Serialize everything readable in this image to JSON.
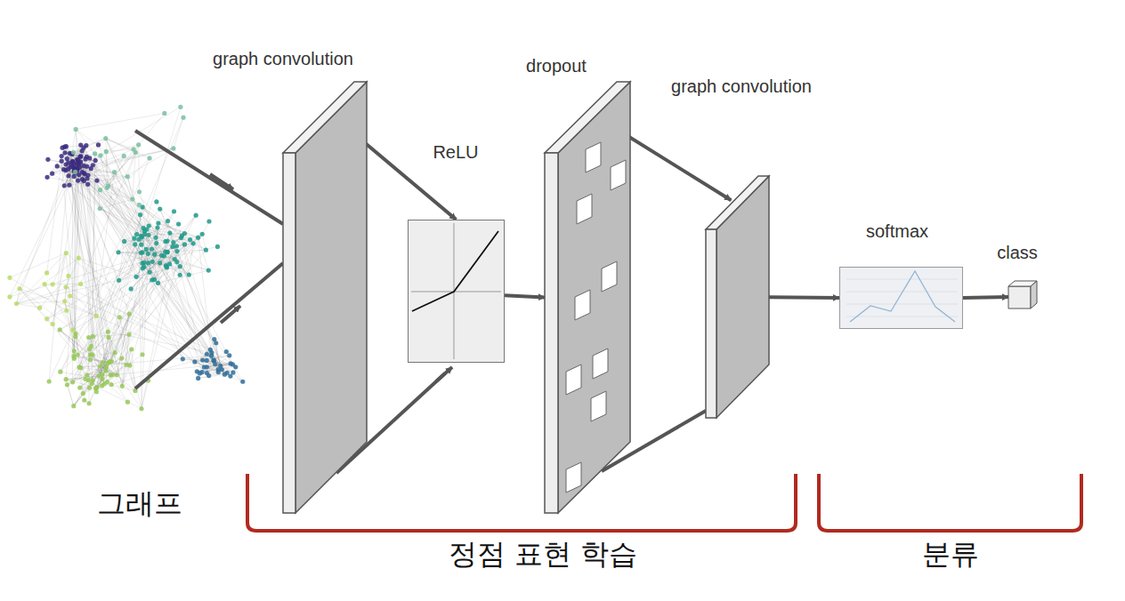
{
  "diagram": {
    "nodes": [
      {
        "text": [
          "graph convolution"
        ]
      },
      {
        "text": [
          "ReLU"
        ]
      },
      {
        "text": [
          "dropout"
        ]
      },
      {
        "text": [
          "graph convolution"
        ]
      },
      {
        "text": [
          "softmax"
        ]
      },
      {
        "text": [
          "class"
        ]
      }
    ],
    "edges": [
      {
        "from": 0,
        "to": 1,
        "arrow": "to"
      },
      {
        "from": 1,
        "to": 2,
        "arrow": "to"
      },
      {
        "from": 2,
        "to": 3,
        "arrow": "to"
      },
      {
        "from": 3,
        "to": 4,
        "arrow": "to"
      },
      {
        "from": 4,
        "to": 5,
        "arrow": "to"
      }
    ],
    "labels": [
      "그래프",
      "정점 표현 학습",
      "분류"
    ]
  }
}
